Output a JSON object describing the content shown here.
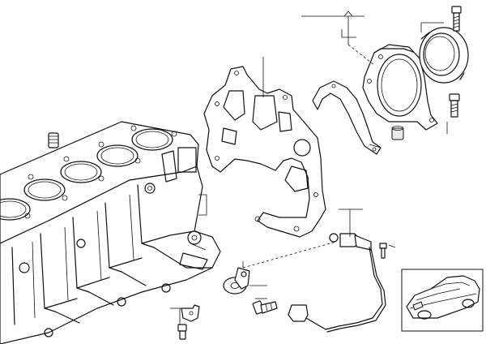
{
  "diagram": {
    "parts": [
      {
        "id": "engine-block",
        "icon": "engine-block-icon"
      },
      {
        "id": "dowel-sleeve-left",
        "icon": "dowel-sleeve-icon"
      },
      {
        "id": "rear-end-plate",
        "icon": "end-plate-icon"
      },
      {
        "id": "gasket",
        "icon": "gasket-icon"
      },
      {
        "id": "seal-carrier",
        "icon": "seal-carrier-icon"
      },
      {
        "id": "shaft-seal",
        "icon": "shaft-seal-icon"
      },
      {
        "id": "bolt-top",
        "icon": "bolt-icon"
      },
      {
        "id": "bolt-seal-carrier",
        "icon": "bolt-icon"
      },
      {
        "id": "dowel-sleeve-right",
        "icon": "dowel-sleeve-icon"
      },
      {
        "id": "knock-sensor",
        "icon": "knock-sensor-icon"
      },
      {
        "id": "knock-sensor-bolt",
        "icon": "bolt-icon"
      },
      {
        "id": "crankshaft-sensor",
        "icon": "crankshaft-sensor-icon"
      },
      {
        "id": "sensor-screw",
        "icon": "screw-icon"
      },
      {
        "id": "bracket",
        "icon": "bracket-icon"
      },
      {
        "id": "plug",
        "icon": "plug-icon"
      }
    ],
    "thumbnail": {
      "icon": "car-silhouette-icon"
    }
  }
}
